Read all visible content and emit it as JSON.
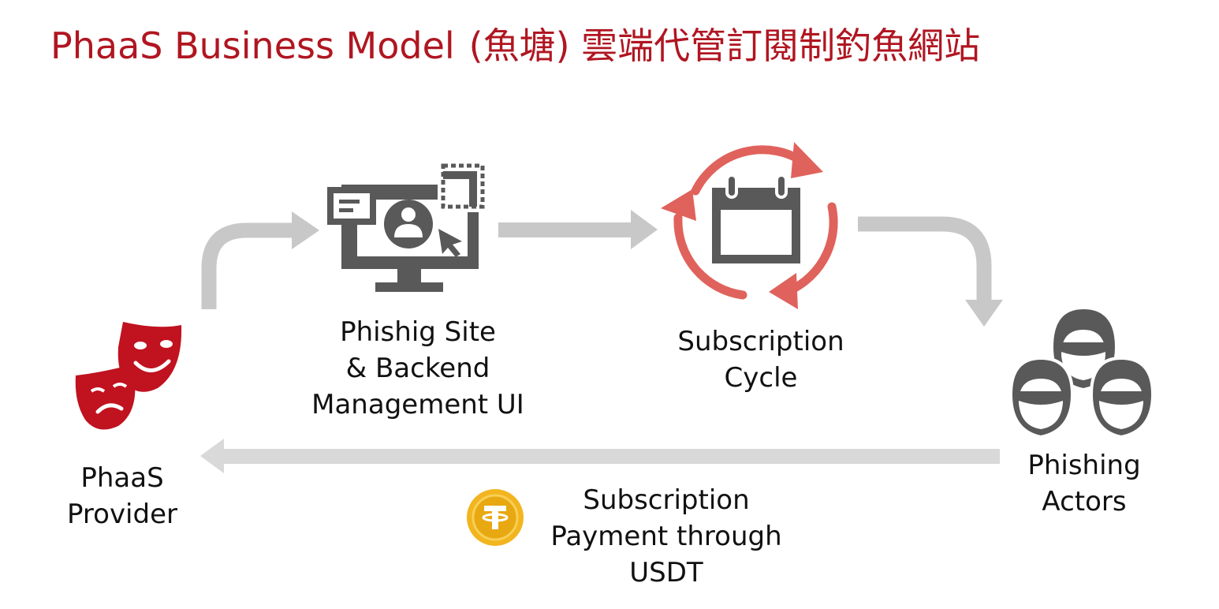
{
  "title": {
    "en": "PhaaS Business Model",
    "cn": "(魚塘) 雲端代管訂閱制釣魚網站"
  },
  "nodes": {
    "site": {
      "line1": "Phishig Site",
      "line2": "& Backend",
      "line3": "Management UI",
      "icon": "monitor-user-icon"
    },
    "cycle": {
      "line1": "Subscription",
      "line2": "Cycle",
      "icon": "calendar-cycle-icon"
    },
    "provider": {
      "line1": "PhaaS",
      "line2": "Provider",
      "icon": "theater-masks-icon"
    },
    "actors": {
      "line1": "Phishing",
      "line2": "Actors",
      "icon": "masked-group-icon"
    },
    "payment": {
      "line1": "Subscription",
      "line2": "Payment through",
      "line3": "USDT",
      "icon": "tether-coin-icon"
    }
  },
  "colors": {
    "title": "#b01621",
    "masks": "#c0121f",
    "cycle": "#e0625c",
    "icon_gray": "#595959",
    "arrow": "#c8c8c8",
    "arrow_light": "#d9d9d9",
    "coin": "#f2b51f"
  }
}
